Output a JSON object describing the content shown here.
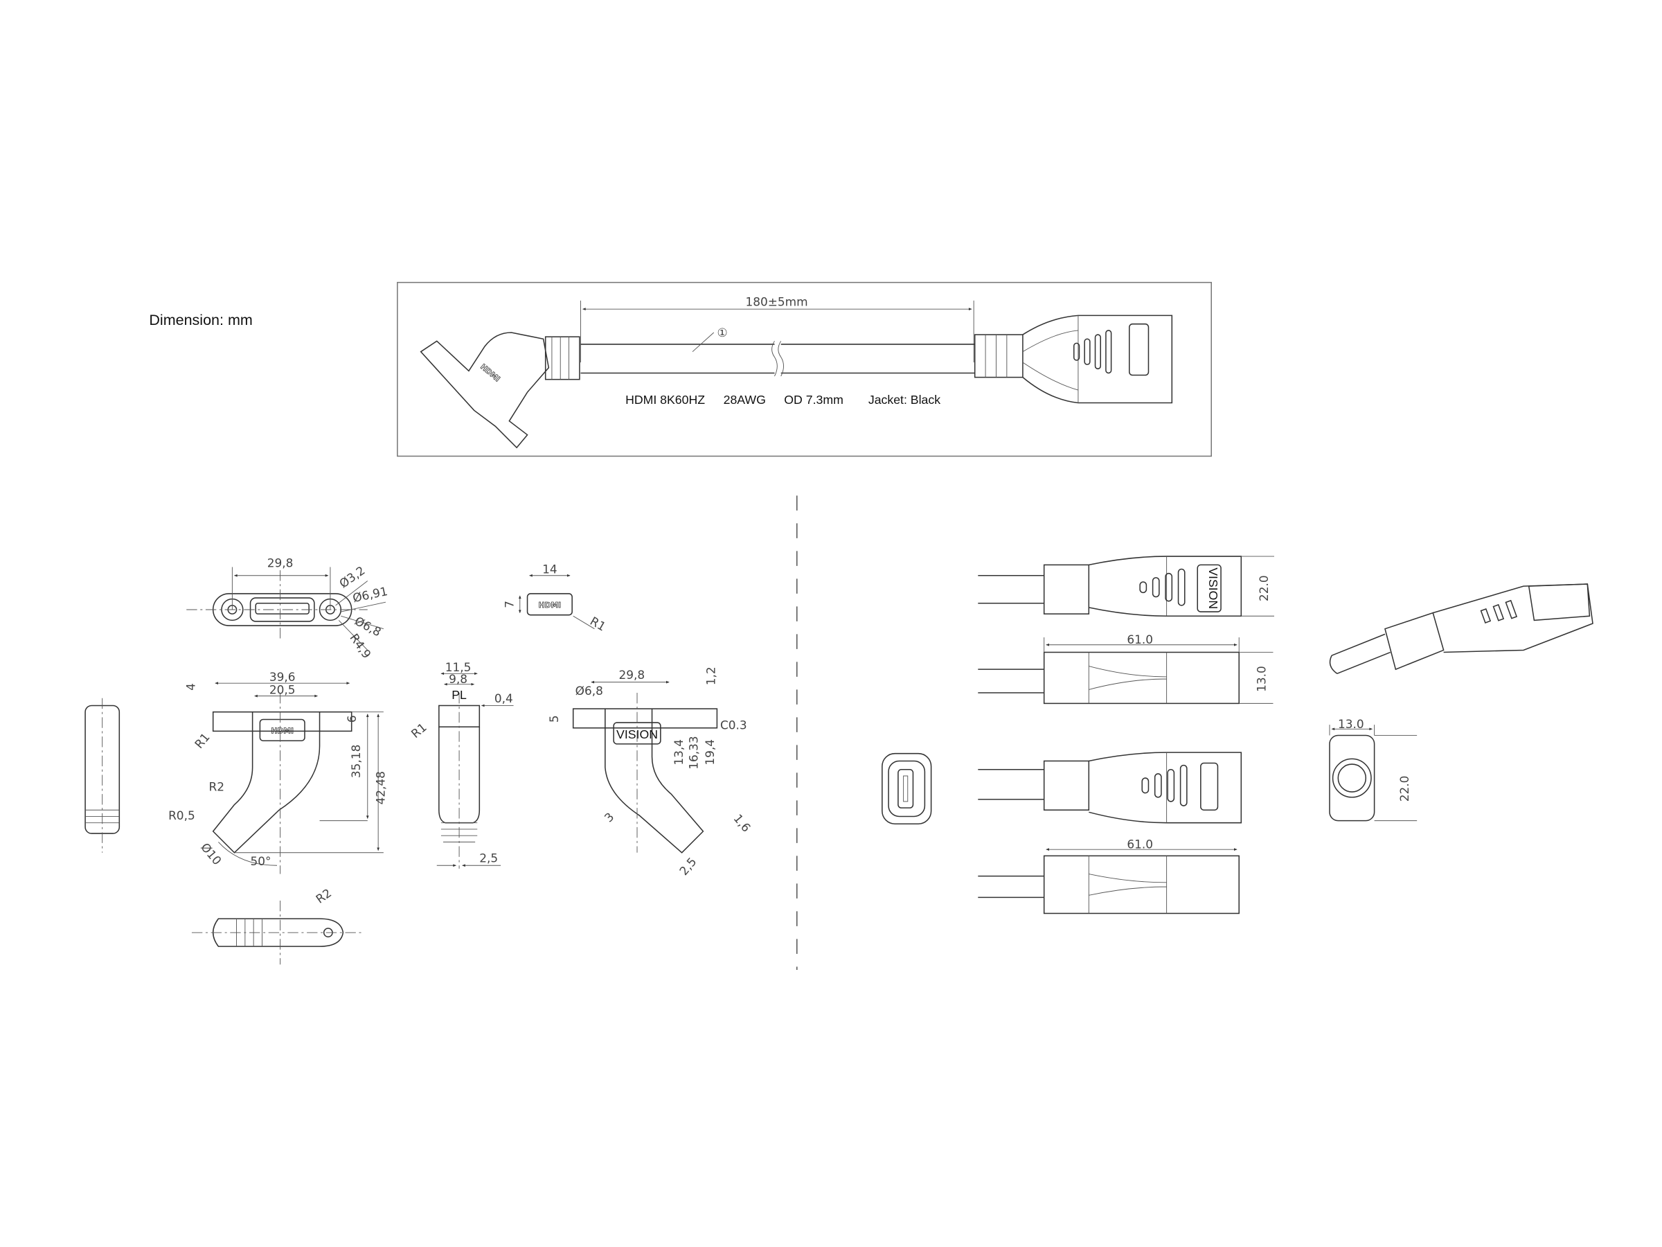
{
  "units_label": "Dimension: mm",
  "overview": {
    "length": "180±5mm",
    "callout": "①",
    "specs": [
      "HDMI 8K60HZ",
      "28AWG",
      "OD 7.3mm",
      "Jacket: Black"
    ]
  },
  "panel_connector": {
    "top_view": {
      "pitch": "29,8",
      "hole": "Ø3,2",
      "boss1": "Ø6,91",
      "boss2": "Ø6,8",
      "radius": "R4,9"
    },
    "front_view": {
      "flange_width": "39,6",
      "body_width": "20,5",
      "flange_top": "4",
      "flange_thk": "6",
      "corner": "R1",
      "h1": "35,18",
      "h2": "42,48",
      "bend_r": "R2",
      "edge_r": "R0,5",
      "boot_dia": "Ø10",
      "angle": "50°"
    },
    "side_view": {
      "w1": "11,5",
      "w2": "9,8",
      "pl": "PL",
      "gap": "0,4",
      "corner": "R1",
      "cable": "2,5"
    },
    "logo_plate": {
      "w": "14",
      "h": "7",
      "corner": "R1"
    },
    "rear_view": {
      "pitch": "29,8",
      "hole": "Ø6,8",
      "top": "1,2",
      "flange": "5",
      "chamfer": "C0.3",
      "d1": "13,4",
      "d2": "16,33",
      "d3": "19,4",
      "wall": "3",
      "rib": "1,6",
      "cable": "2,5"
    },
    "bottom_view": {
      "radius": "R2"
    },
    "logo_text": "HDMI",
    "brand": "VISION"
  },
  "female_connector": {
    "height": "22.0",
    "length1": "61.0",
    "thickness": "13.0",
    "length2": "61.0",
    "end_width": "13.0",
    "end_height": "22.0",
    "brand": "VISION"
  }
}
